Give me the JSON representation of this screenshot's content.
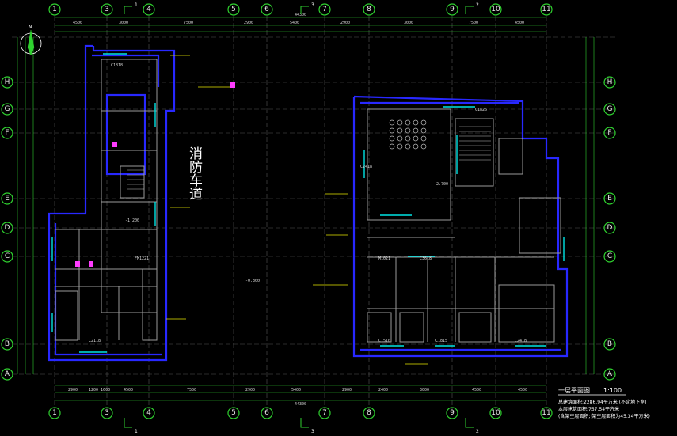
{
  "axes_top": [
    "1",
    "3",
    "4",
    "5",
    "6",
    "7",
    "8",
    "9",
    "10",
    "11"
  ],
  "axes_left": [
    "H",
    "G",
    "F",
    "E",
    "D",
    "C",
    "B",
    "A"
  ],
  "axes_right": [
    "H",
    "G",
    "F",
    "E",
    "D",
    "C",
    "B",
    "A"
  ],
  "dims_top_total": "44300",
  "dims_top_row1": [
    "4500",
    "3000",
    "7500",
    "2900",
    "5400",
    "2900",
    "3000",
    "7500",
    "4500"
  ],
  "dims_bottom_row1": [
    "2900",
    "1200 1600",
    "4500",
    "7500",
    "2900",
    "5400",
    "2900",
    "2400",
    "3000",
    "4500",
    "4500"
  ],
  "dims_bottom_total": "44300",
  "section_marks": [
    "1",
    "3",
    "2"
  ],
  "fire_lane_label": "消防车道",
  "elevations": [
    "-0.300",
    "-2.700",
    "-1.200"
  ],
  "room_codes": [
    "C1818",
    "C2418",
    "C1815",
    "C2118",
    "M1021",
    "FM1221",
    "C3618",
    "C1826",
    "C1510",
    "C2418"
  ],
  "title": {
    "name": "一层平面图",
    "scale": "1:100",
    "notes": [
      "总建筑面积:2286.94平方米 (不含地下室)",
      "本层建筑面积:757.54平方米",
      "(含架空层面积; 架空层面积为45.34平方米)"
    ]
  },
  "north_arrow": "N",
  "colors": {
    "axis_green": "#2fd12f",
    "wall_blue": "#2828ff",
    "window_cyan": "#00e5e5",
    "grid_gray": "#5a5a5a",
    "text_white": "#ffffff",
    "accent_magenta": "#ff3cff",
    "leader_yellow": "#e6e600"
  }
}
